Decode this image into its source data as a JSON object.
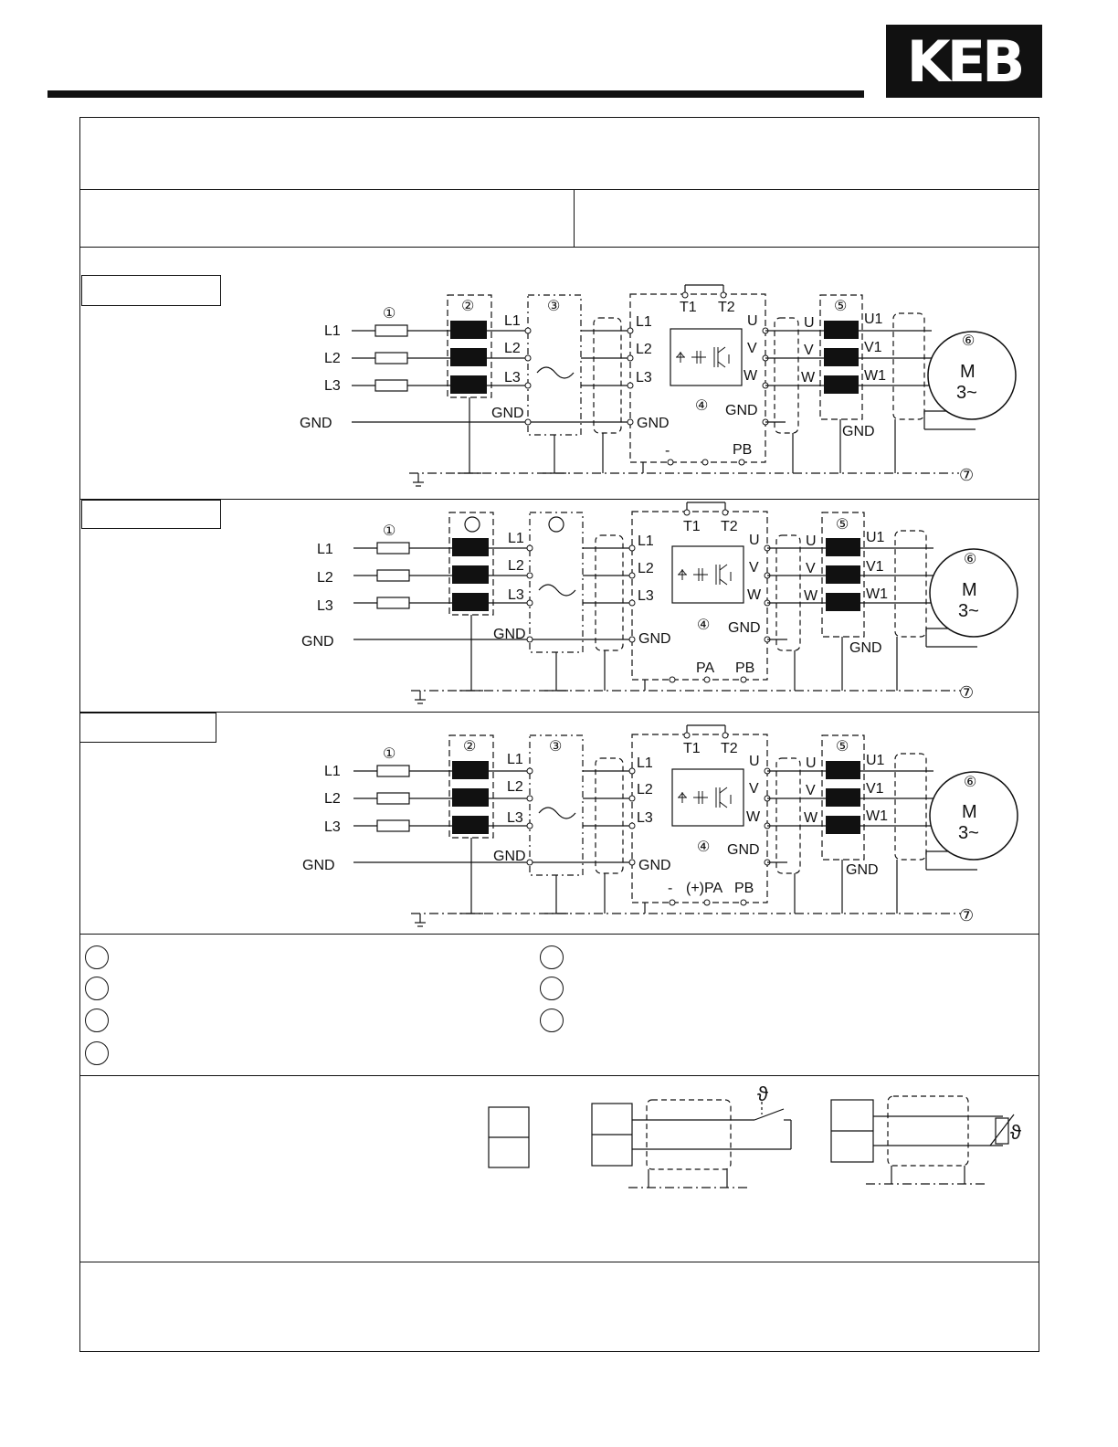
{
  "logo": {
    "text": "KEB"
  },
  "diagram_labels": {
    "L1": "L1",
    "L2": "L2",
    "L3": "L3",
    "GND": "GND",
    "T1": "T1",
    "T2": "T2",
    "U": "U",
    "V": "V",
    "W": "W",
    "U1": "U1",
    "V1": "V1",
    "W1": "W1",
    "M": "M",
    "phase": "3~",
    "PA": "PA",
    "PB": "PB",
    "plus_PA": "(+)PA",
    "minus": "-",
    "n1": "①",
    "n2": "②",
    "n3": "③",
    "n4": "④",
    "n5": "⑤",
    "n6": "⑥",
    "n7": "⑦"
  },
  "sensor_symbol": "ϑ",
  "legend": {
    "items": [
      "",
      "",
      "",
      "",
      "",
      "",
      ""
    ]
  }
}
